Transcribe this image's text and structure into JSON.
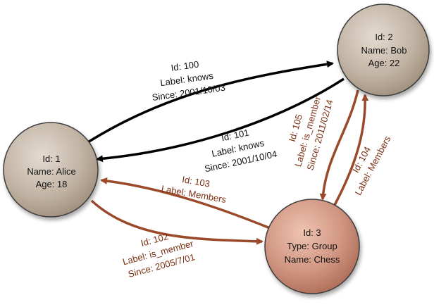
{
  "nodes": {
    "alice": {
      "line1": "Id: 1",
      "line2": "Name: Alice",
      "line3": "Age: 18"
    },
    "bob": {
      "line1": "Id: 2",
      "line2": "Name: Bob",
      "line3": "Age: 22"
    },
    "chess": {
      "line1": "Id: 3",
      "line2": "Type: Group",
      "line3": "Name: Chess"
    }
  },
  "edges": {
    "e100": {
      "id": "Id: 100",
      "label": "Label: knows",
      "since": "Since: 2001/10/03"
    },
    "e101": {
      "id": "Id: 101",
      "label": "Label: knows",
      "since": "Since: 2001/10/04"
    },
    "e102": {
      "id": "Id: 102",
      "label": "Label: is_member",
      "since": "Since: 2005/7/01"
    },
    "e103": {
      "id": "Id: 103",
      "label": "Label: Members"
    },
    "e104": {
      "id": "Id: 104",
      "label": "Label: Members"
    },
    "e105": {
      "id": "Id: 105",
      "label": "Label: is_member",
      "since": "Since: 2011/02/14"
    }
  },
  "colors": {
    "person_node": "#bcae9e",
    "group_node": "#c98a78",
    "knows_edge": "#000000",
    "member_edge": "#9a4a2a",
    "member_text": "#7a2f12"
  }
}
